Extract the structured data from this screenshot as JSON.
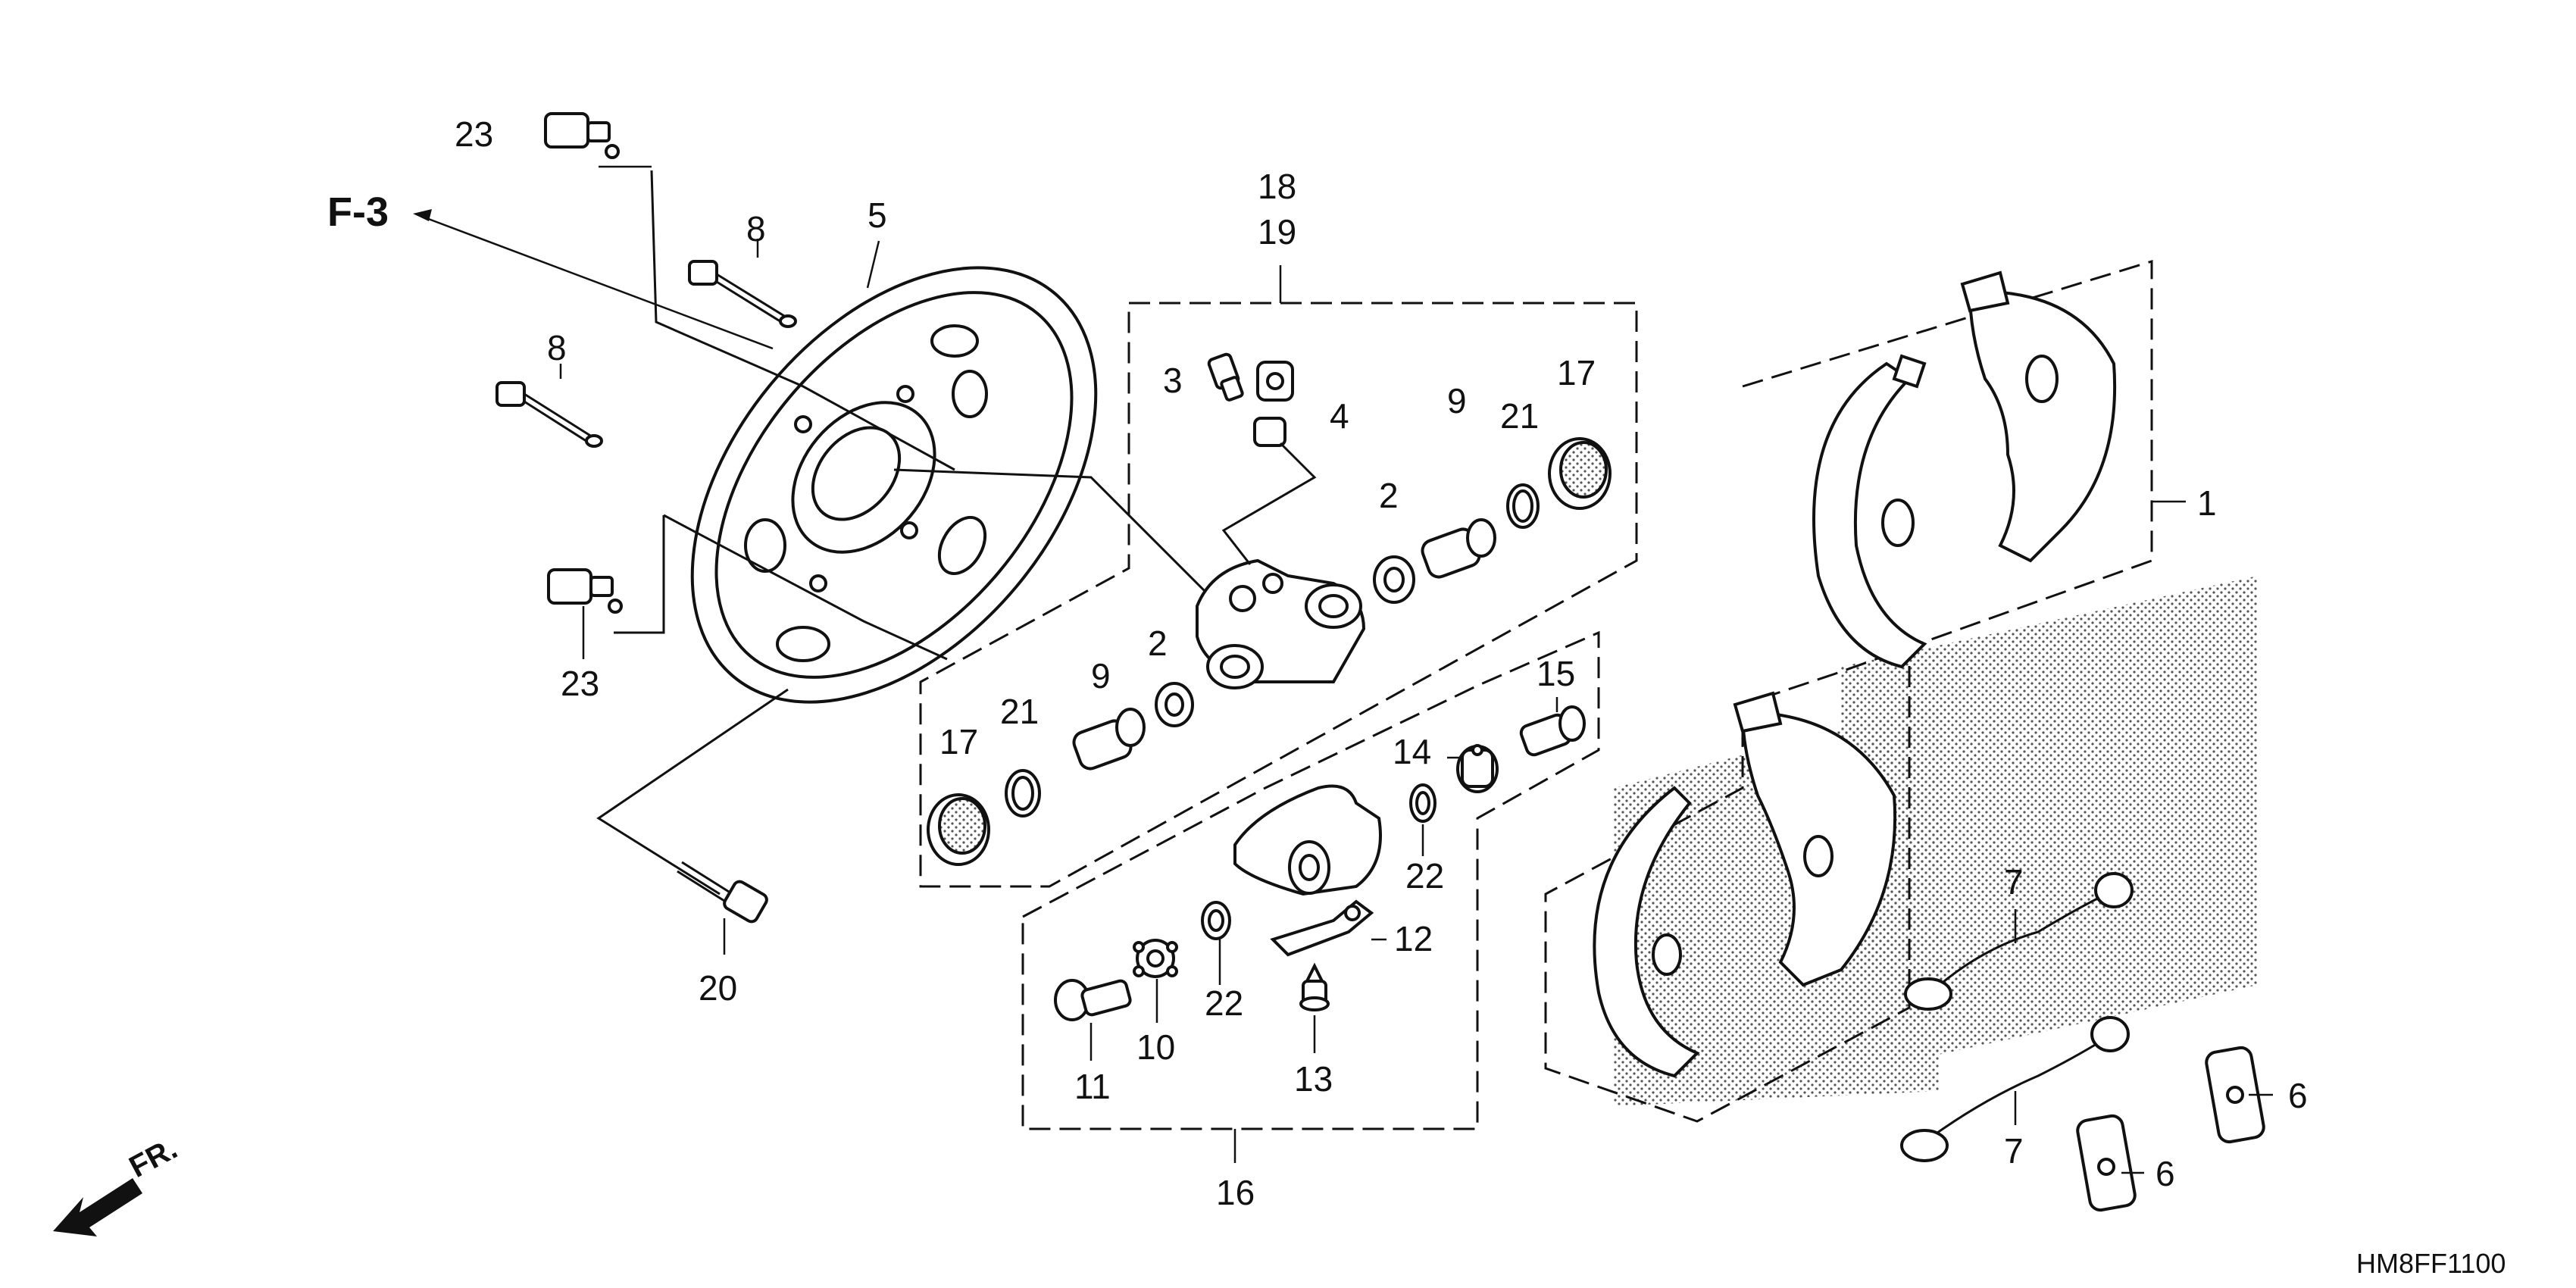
{
  "diagram": {
    "reference_label": "F-3",
    "front_label": "FR.",
    "code": "HM8FF1100",
    "callouts": {
      "c1": "1",
      "c2a": "2",
      "c2b": "2",
      "c3": "3",
      "c4": "4",
      "c5": "5",
      "c6a": "6",
      "c6b": "6",
      "c7a": "7",
      "c7b": "7",
      "c8a": "8",
      "c8b": "8",
      "c9a": "9",
      "c9b": "9",
      "c10": "10",
      "c11": "11",
      "c12": "12",
      "c13": "13",
      "c14": "14",
      "c15": "15",
      "c16": "16",
      "c17a": "17",
      "c17b": "17",
      "c18": "18",
      "c19": "19",
      "c20": "20",
      "c21a": "21",
      "c21b": "21",
      "c22a": "22",
      "c22b": "22",
      "c23a": "23",
      "c23b": "23"
    }
  }
}
